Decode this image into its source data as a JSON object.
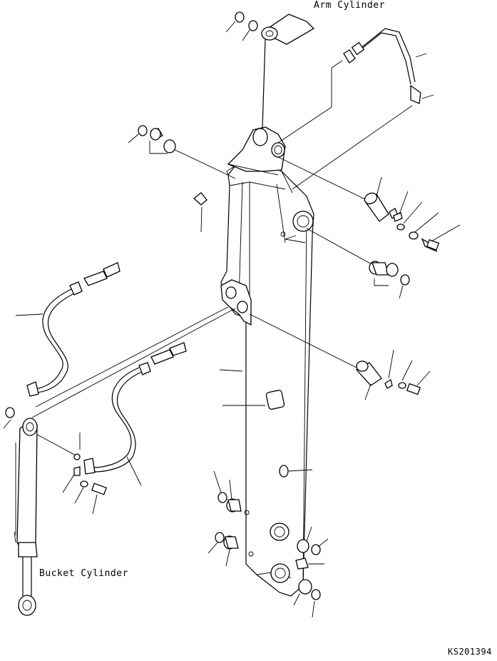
{
  "labels": {
    "arm_cylinder": "Arm Cylinder",
    "bucket_cylinder": "Bucket Cylinder",
    "drawing_code": "KS201394"
  }
}
